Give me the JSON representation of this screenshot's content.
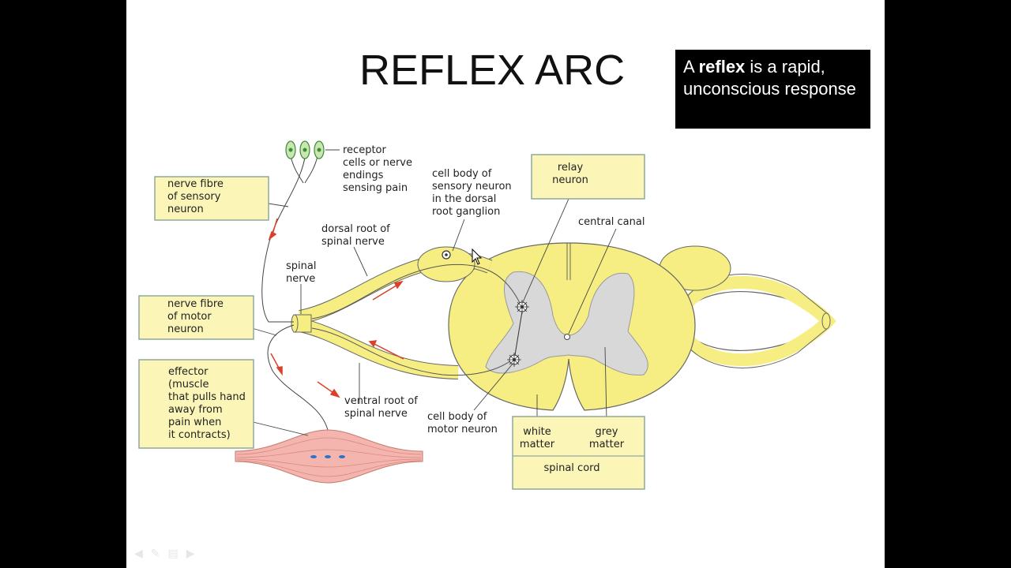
{
  "slide": {
    "title": "REFLEX ARC",
    "definition": {
      "prefix": "A ",
      "bold": "reflex",
      "suffix": " is a rapid, unconscious response"
    }
  },
  "diagram": {
    "labels": {
      "receptor": [
        "receptor",
        "cells or nerve",
        "endings",
        "sensing pain"
      ],
      "sensory_fibre": [
        "nerve fibre",
        "of sensory",
        "neuron"
      ],
      "cell_body_sensory": [
        "cell body of",
        "sensory neuron",
        "in the dorsal",
        "root ganglion"
      ],
      "relay": [
        "relay",
        "neuron"
      ],
      "central_canal": "central canal",
      "dorsal_root": [
        "dorsal root of",
        "spinal nerve"
      ],
      "spinal_nerve": [
        "spinal",
        "nerve"
      ],
      "motor_fibre": [
        "nerve fibre",
        "of motor",
        "neuron"
      ],
      "effector": [
        "effector",
        "(muscle",
        "that pulls hand",
        "away from",
        "pain when",
        "it contracts)"
      ],
      "ventral_root": [
        "ventral root of",
        "spinal nerve"
      ],
      "cell_body_motor": [
        "cell body of",
        "motor neuron"
      ],
      "white_matter": [
        "white",
        "matter"
      ],
      "grey_matter": [
        "grey",
        "matter"
      ],
      "spinal_cord": "spinal cord"
    },
    "colors": {
      "cord_yellow": "#f6ee82",
      "cord_outline": "#666666",
      "grey_matter": "#d8d8d8",
      "label_box_fill": "#fbf6b8",
      "label_box_border": "#8fa89a",
      "arrow_red": "#d9412b",
      "receptor_green": "#3d8a3a",
      "muscle_pink": "#f4b5ae"
    }
  },
  "nav": {
    "icons": [
      "prev-icon",
      "edit-icon",
      "menu-icon",
      "next-icon"
    ]
  }
}
